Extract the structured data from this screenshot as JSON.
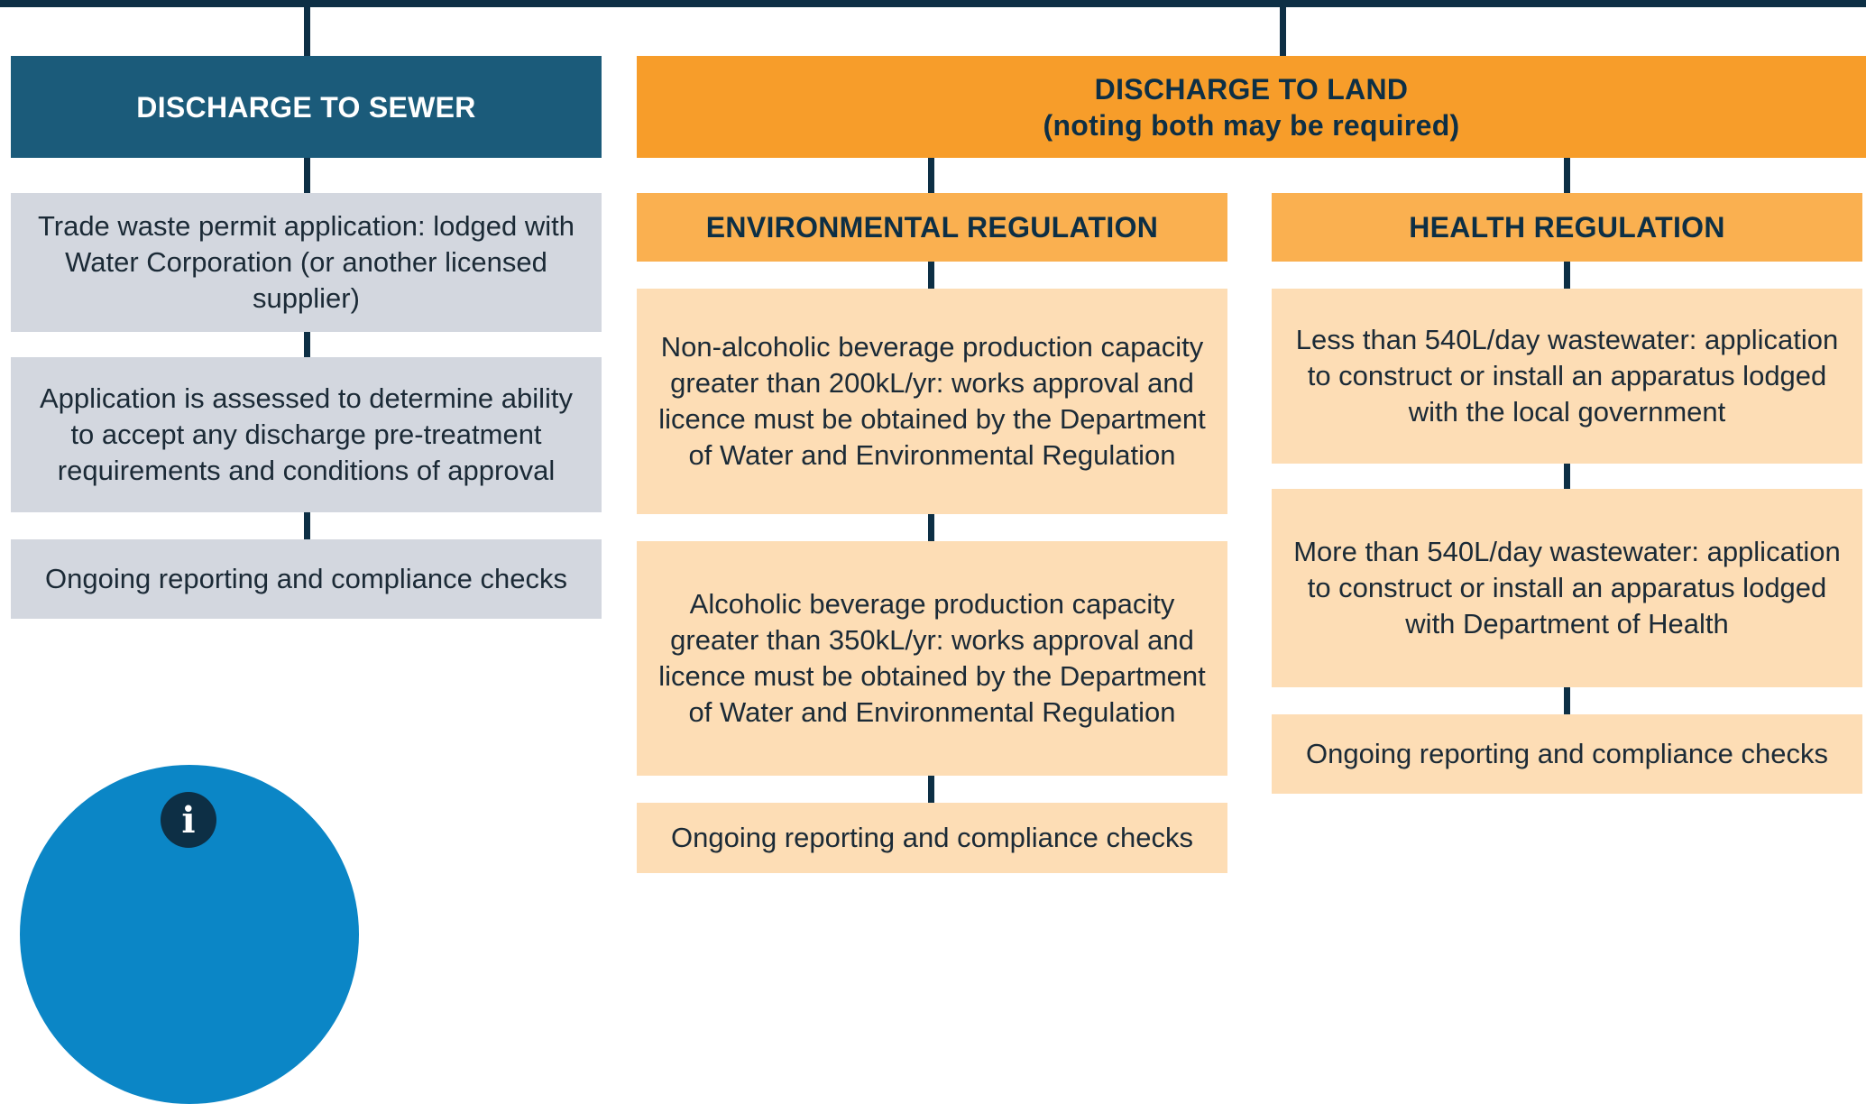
{
  "sewer": {
    "header": "DISCHARGE TO SEWER",
    "steps": [
      "Trade waste permit application: lodged with Water Corporation (or another licensed supplier)",
      "Application is assessed to determine ability to accept any discharge pre-treatment requirements and conditions of approval",
      "Ongoing reporting and compliance checks"
    ]
  },
  "land": {
    "header_line1": "DISCHARGE TO LAND",
    "header_line2": "(noting both may be required)",
    "environmental": {
      "header": "ENVIRONMENTAL REGULATION",
      "steps": [
        "Non-alcoholic beverage production capacity greater than 200kL/yr: works approval and licence must be obtained by the Department of Water and Environmental Regulation",
        "Alcoholic beverage production capacity greater than 350kL/yr: works approval and licence must be obtained by the Department of Water and Environmental Regulation",
        "Ongoing reporting and compliance checks"
      ]
    },
    "health": {
      "header": "HEALTH REGULATION",
      "steps": [
        "Less than 540L/day wastewater: application to construct or install an apparatus lodged with the local government",
        "More than 540L/day wastewater: application to construct or install an apparatus lodged with Department of Health",
        "Ongoing reporting and compliance checks"
      ]
    }
  },
  "info": {
    "icon": "info-icon",
    "glyph": "i"
  },
  "colors": {
    "navy": "#0d2f45",
    "sewer_blue": "#1b5b7a",
    "land_orange": "#f79d2a",
    "sub_orange": "#fab050",
    "peach": "#fdddb5",
    "grey": "#d3d7df",
    "info_blue": "#0b86c6"
  }
}
